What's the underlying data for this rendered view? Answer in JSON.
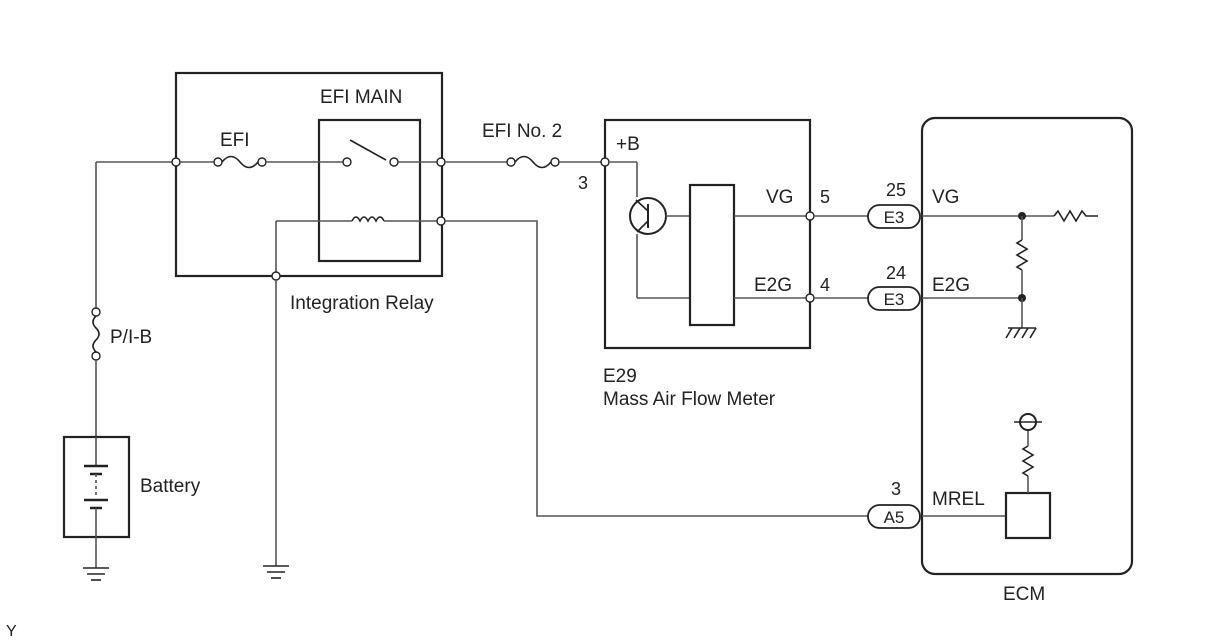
{
  "relay": {
    "title": "EFI MAIN",
    "fuse_label": "EFI",
    "name": "Integration Relay"
  },
  "fuse_efi2": "EFI No. 2",
  "fuse_pib": "P/I-B",
  "battery": "Battery",
  "maf": {
    "plus_b": "+B",
    "pin_b": "3",
    "vg": "VG",
    "e2g": "E2G",
    "pin_vg": "5",
    "pin_e2g": "4",
    "code": "E29",
    "name": "Mass Air Flow Meter"
  },
  "connectors": {
    "vg": {
      "pin": "25",
      "code": "E3"
    },
    "e2g": {
      "pin": "24",
      "code": "E3"
    },
    "mrel": {
      "pin": "3",
      "code": "A5"
    }
  },
  "ecm": {
    "vg": "VG",
    "e2g": "E2G",
    "mrel": "MREL",
    "name": "ECM"
  },
  "corner_mark": "Y"
}
